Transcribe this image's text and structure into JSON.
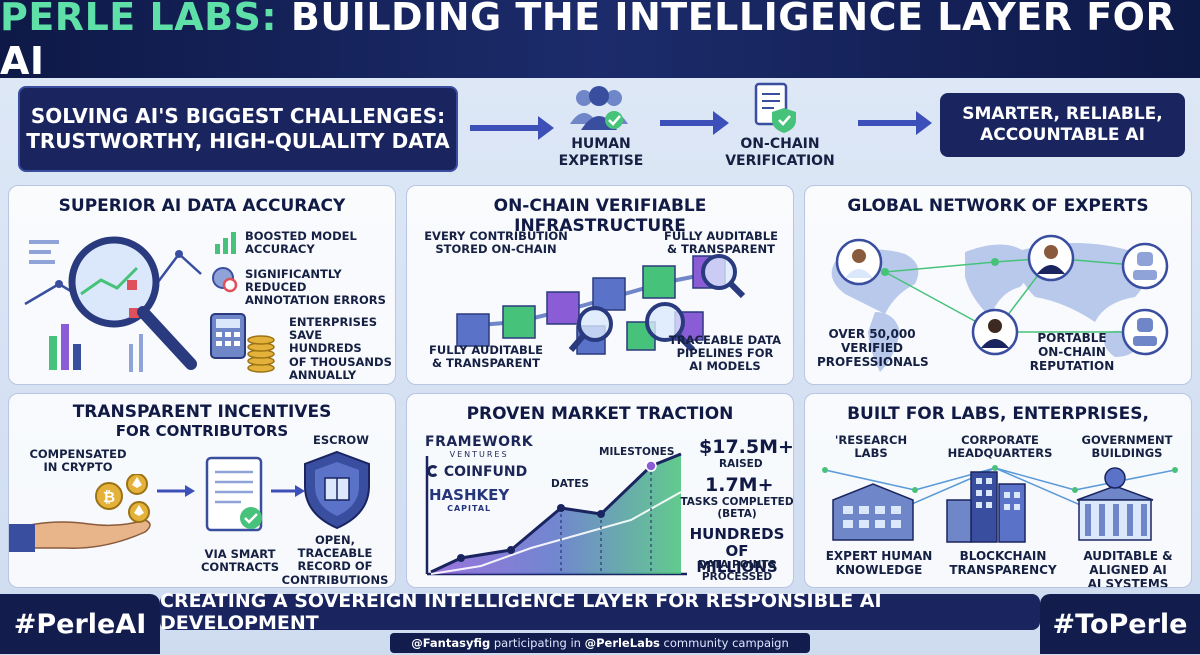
{
  "title": {
    "brand": "PERLE LABS:",
    "rest": "BUILDING THE INTELLIGENCE LAYER FOR AI"
  },
  "flow": {
    "challenge_line1": "SOLVING AI'S BIGGEST CHALLENGES:",
    "challenge_line2": "TRUSTWORTHY, HIGH-QULALITY DATA",
    "step1_line1": "HUMAN",
    "step1_line2": "EXPERTISE",
    "step2_line1": "ON-CHAIN",
    "step2_line2": "VERIFICATION",
    "result_line1": "SMARTER, RELIABLE,",
    "result_line2": "ACCOUNTABLE AI"
  },
  "panels": {
    "accuracy": {
      "title": "SUPERIOR AI DATA ACCURACY",
      "item1_l1": "BOOSTED MODEL",
      "item1_l2": "ACCURACY",
      "item2_l1": "SIGNIFICANTLY REDUCED",
      "item2_l2": "ANNOTATION ERRORS",
      "item3_l1": "ENTERPRISES",
      "item3_l2": "SAVE HUNDREDS",
      "item3_l3": "OF THOUSANDS",
      "item3_l4": "ANNUALLY"
    },
    "infrastructure": {
      "title": "ON-CHAIN VERIFIABLE INFRASTRUCTURE",
      "l1_a": "EVERY CONTRIBUTION",
      "l1_b": "STORED ON-CHAIN",
      "l2_a": "FULLY AUDITABLE",
      "l2_b": "& TRANSPARENT",
      "l3_a": "FULLY AUDITABLE",
      "l3_b": "& TRANSPARENT",
      "l4_a": "TRACEABLE DATA",
      "l4_b": "PIPELINES FOR",
      "l4_c": "AI MODELS"
    },
    "experts": {
      "title": "GLOBAL NETWORK OF EXPERTS",
      "l1_a": "OVER 50,000",
      "l1_b": "VERIFIED",
      "l1_c": "PROFESSIONALS",
      "l2_a": "PORTABLE",
      "l2_b": "ON-CHAIN",
      "l2_c": "REPUTATION"
    },
    "incentives": {
      "title_l1": "TRANSPARENT INCENTIVES",
      "title_l2": "FOR CONTRIBUTORS",
      "escrow": "ESCROW",
      "comp_a": "COMPENSATED",
      "comp_b": "IN CRYPTO",
      "smart_a": "VIA SMART",
      "smart_b": "CONTRACTS",
      "record_a": "OPEN, TRACEABLE",
      "record_b": "RECORD OF",
      "record_c": "CONTRIBUTIONS"
    },
    "traction": {
      "title": "PROVEN MARKET TRACTION",
      "logo1": "FRAMEWORK",
      "logo1_sub": "VENTURES",
      "logo2": "COINFUND",
      "logo3": "HASHKEY",
      "logo3_sub": "CAPITAL",
      "milestones": "MILESTONES",
      "dates": "DATES",
      "stat1": "$17.5M+",
      "stat1_sub": "RAISED",
      "stat2": "1.7M+",
      "stat2_sub1": "TASKS COMPLETED",
      "stat2_sub2": "(BETA)",
      "stat3_a": "HUNDREDS",
      "stat3_b": "OF MILLIONS",
      "stat3_sub1": "DATA POINTS",
      "stat3_sub2": "PROCESSED"
    },
    "built": {
      "title": "BUILT FOR LABS, ENTERPRISES,",
      "c1_a": "'RESEARCH",
      "c1_b": "LABS",
      "c2_a": "CORPORATE",
      "c2_b": "HEADQUARTERS",
      "c3_a": "GOVERNMENT",
      "c3_b": "BUILDINGS",
      "b1_a": "EXPERT HUMAN",
      "b1_b": "KNOWLEDGE",
      "b2_a": "BLOCKCHAIN",
      "b2_b": "TRANSPARENCY",
      "b3_a": "AUDITABLE &",
      "b3_b": "ALIGNED AI",
      "b3_c": "AI SYSTEMS"
    }
  },
  "footer": {
    "banner": "CREATING A SOVEREIGN INTELLIGENCE LAYER FOR RESPONSIBLE AI DEVELOPMENT",
    "hashtag_left": "#PerleAI",
    "hashtag_right": "#ToPerle",
    "credit_user": "@Fantasyfig",
    "credit_mid": " participating in ",
    "credit_org": "@PerleLabs",
    "credit_end": " community campaign"
  },
  "colors": {
    "navy": "#1a2560",
    "brand_green": "#5fe0a8",
    "accent_blue": "#3d4fb8",
    "purple": "#8a5cd6",
    "green": "#47c27a"
  }
}
